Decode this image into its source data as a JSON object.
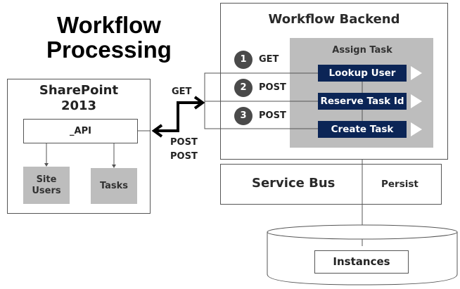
{
  "title": {
    "line1": "Workflow",
    "line2": "Processing"
  },
  "sharepoint": {
    "title_line1": "SharePoint",
    "title_line2": "2013",
    "api_label": "_API",
    "site_users_line1": "Site",
    "site_users_line2": "Users",
    "tasks_label": "Tasks"
  },
  "connector": {
    "get_label": "GET",
    "post_label_1": "POST",
    "post_label_2": "POST"
  },
  "backend": {
    "title": "Workflow Backend",
    "assign_task_label": "Assign Task",
    "steps": [
      {
        "number": "1",
        "method": "GET",
        "action": "Lookup User"
      },
      {
        "number": "2",
        "method": "POST",
        "action": "Reserve Task Id"
      },
      {
        "number": "3",
        "method": "POST",
        "action": "Create Task"
      }
    ]
  },
  "service_bus": {
    "label": "Service Bus",
    "persist_label": "Persist"
  },
  "database": {
    "instances_label": "Instances"
  },
  "colors": {
    "navy": "#0b2556",
    "gray_panel": "#bdbdbd",
    "step_circle": "#4a4a4a"
  }
}
